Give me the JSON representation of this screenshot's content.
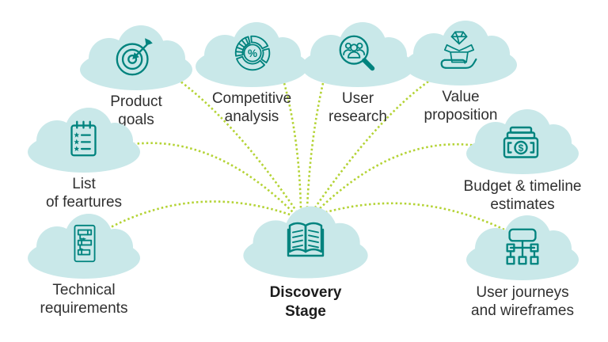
{
  "diagram": {
    "title": "Discovery Stage",
    "colors": {
      "cloud_fill": "#c9e8e9",
      "icon_stroke": "#00837e",
      "connector": "#b4d335",
      "label_text": "#303030"
    },
    "center": {
      "id": "discovery-stage",
      "label": "Discovery\nStage",
      "icon": "open-book-icon"
    },
    "nodes": [
      {
        "id": "product-goals",
        "label": "Product\ngoals",
        "icon": "target-arrow-icon"
      },
      {
        "id": "competitive-analysis",
        "label": "Competitive\nanalysis",
        "icon": "pie-chart-percent-icon"
      },
      {
        "id": "user-research",
        "label": "User\nresearch",
        "icon": "magnifier-team-icon"
      },
      {
        "id": "value-proposition",
        "label": "Value\nproposition",
        "icon": "hand-gift-diamond-icon"
      },
      {
        "id": "list-of-features",
        "label": "List\nof feartures",
        "icon": "checklist-icon"
      },
      {
        "id": "budget-timeline-estimates",
        "label": "Budget & timeline\nestimates",
        "icon": "money-bills-icon"
      },
      {
        "id": "technical-requirements",
        "label": "Technical\nrequirements",
        "icon": "spec-document-icon"
      },
      {
        "id": "user-journeys-wireframes",
        "label": "User journeys\nand wireframes",
        "icon": "sitemap-icon"
      }
    ],
    "connectors": [
      "discovery-stage>product-goals",
      "discovery-stage>competitive-analysis",
      "discovery-stage>user-research",
      "discovery-stage>value-proposition",
      "discovery-stage>list-of-features",
      "discovery-stage>budget-timeline-estimates",
      "discovery-stage>technical-requirements",
      "discovery-stage>user-journeys-wireframes"
    ],
    "glyphs": {
      "percent_symbol": "%",
      "dollar_symbol": "$"
    }
  }
}
